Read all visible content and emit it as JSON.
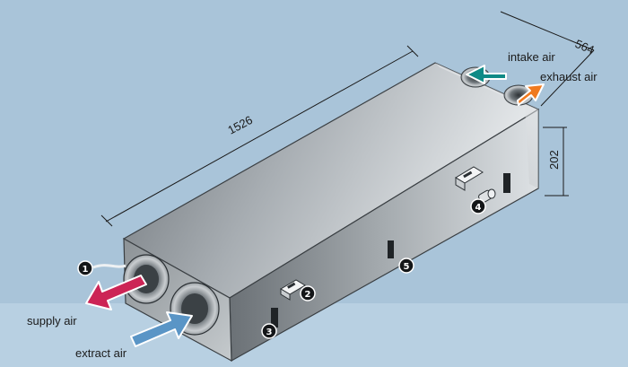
{
  "dimensions": {
    "length": "1526",
    "depth": "564",
    "height": "202"
  },
  "airflows": {
    "intake": {
      "label": "intake air",
      "color": "#0f8a86"
    },
    "exhaust": {
      "label": "exhaust air",
      "color": "#f07a1f"
    },
    "supply": {
      "label": "supply air",
      "color": "#cc2455"
    },
    "extract": {
      "label": "extract air",
      "color": "#5a95c6"
    }
  },
  "callouts": [
    "1",
    "2",
    "3",
    "4",
    "5"
  ]
}
